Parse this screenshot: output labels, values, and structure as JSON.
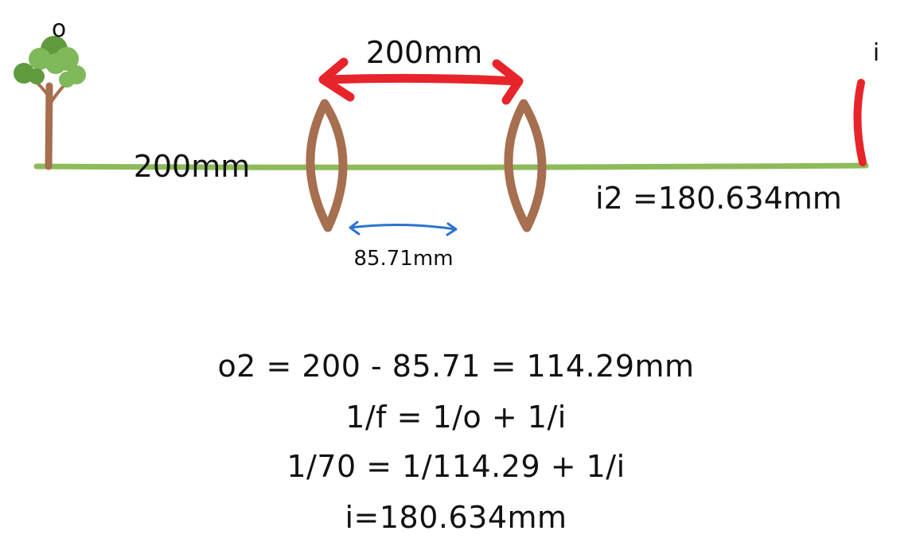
{
  "labels": {
    "object": "o",
    "image": "i",
    "lens_separation": "200mm",
    "object_distance": "200mm",
    "first_image_distance": "85.71mm",
    "final_image_distance": "i2 =180.634mm"
  },
  "equations": [
    "o2 = 200 - 85.71 = 114.29mm",
    "1/f = 1/o + 1/i",
    "1/70 = 1/114.29 + 1/i",
    "i=180.634mm"
  ],
  "colors": {
    "axis": "#8dbb5a",
    "lens": "#a66f4f",
    "separation_arrow": "#e8242b",
    "image": "#e8242b",
    "distance_arrow": "#2a74d1",
    "tree_trunk": "#a66f4f",
    "tree_leaves": "#7fb95a",
    "tree_leaves_dark": "#5f9a3e",
    "text": "#111111"
  }
}
